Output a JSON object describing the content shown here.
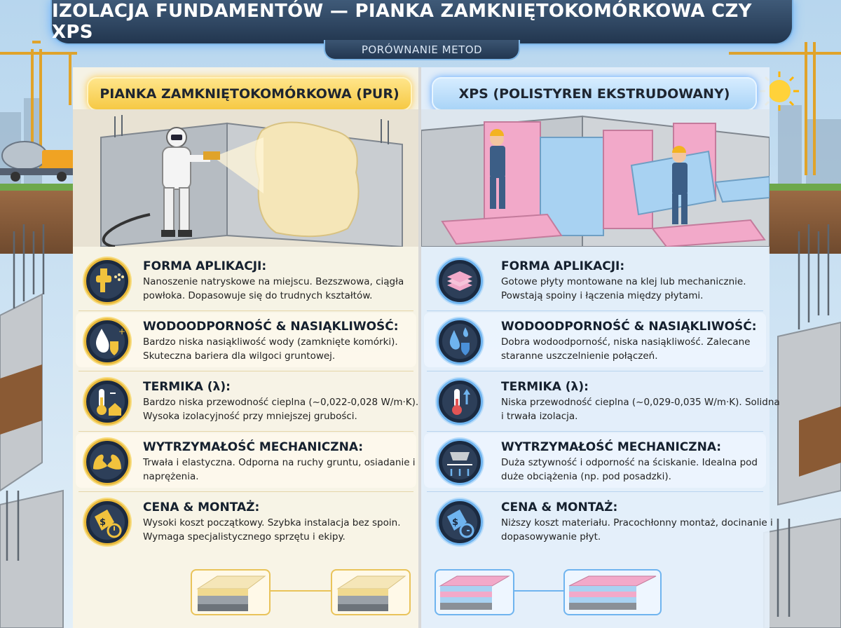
{
  "header": {
    "title": "IZOLACJA FUNDAMENTÓW — PIANKA ZAMKNIĘTOKOMÓRKOWA CZY XPS",
    "subtitle": "PORÓWNANIE METOD"
  },
  "colors": {
    "gold_accent": "#f6c944",
    "blue_accent": "#a9d4f7",
    "header_bg": "#22364f",
    "foam_yellow": "#f5e6b8",
    "xps_blue": "#a8d2f2",
    "xps_pink": "#f2a9c9"
  },
  "left": {
    "title": "PIANKA ZAMKNIĘTOKOMÓRKOWA (PUR)",
    "rows": [
      {
        "icon": "spray-gun-icon",
        "title": "FORMA APLIKACJI:",
        "text": "Nanoszenie natryskowe na miejscu. Bezszwowa, ciągła powłoka. Dopasowuje się do trudnych kształtów."
      },
      {
        "icon": "water-drop-shield-icon",
        "title": "WODOODPORNOŚĆ & NASIĄKLIWOŚĆ:",
        "text": "Bardzo niska nasiąkliwość wody (zamknięte komórki). Skuteczna bariera dla wilgoci gruntowej."
      },
      {
        "icon": "thermometer-house-icon",
        "title": "TERMIKA (λ):",
        "text": "Bardzo niska przewodność cieplna (~0,022-0,028 W/m·K). Wysoka izolacyjność przy mniejszej grubości."
      },
      {
        "icon": "flexed-arms-icon",
        "title": "WYTRZYMAŁOŚĆ MECHANICZNA:",
        "text": "Trwała i elastyczna. Odporna na ruchy gruntu, osiadanie i naprężenia."
      },
      {
        "icon": "price-tag-stopwatch-icon",
        "title": "CENA & MONTAŻ:",
        "text": "Wysoki koszt początkowy. Szybka instalacja bez spoin. Wymaga specjalistycznego sprzętu i ekipy."
      }
    ]
  },
  "right": {
    "title": "XPS (POLISTYREN EKSTRUDOWANY)",
    "rows": [
      {
        "icon": "stacked-boards-icon",
        "title": "FORMA APLIKACJI:",
        "text": "Gotowe płyty montowane na klej lub mechanicznie. Powstają spoiny i łączenia między płytami."
      },
      {
        "icon": "water-drops-shield-icon",
        "title": "WODOODPORNOŚĆ & NASIĄKLIWOŚĆ:",
        "text": "Dobra wodoodporność, niska nasiąkliwość. Zalecane staranne uszczelnienie połączeń."
      },
      {
        "icon": "thermometer-arrow-icon",
        "title": "TERMIKA (λ):",
        "text": "Niska przewodność cieplna (~0,029-0,035 W/m·K). Solidna i trwała izolacja."
      },
      {
        "icon": "weight-compression-icon",
        "title": "WYTRZYMAŁOŚĆ MECHANICZNA:",
        "text": "Duża sztywność i odporność na ściskanie. Idealna pod duże obciążenia (np. pod posadzki)."
      },
      {
        "icon": "price-tag-clock-icon",
        "title": "CENA & MONTAŻ:",
        "text": "Niższy koszt materiału. Pracochłonny montaż, docinanie i dopasowywanie płyt."
      }
    ]
  }
}
